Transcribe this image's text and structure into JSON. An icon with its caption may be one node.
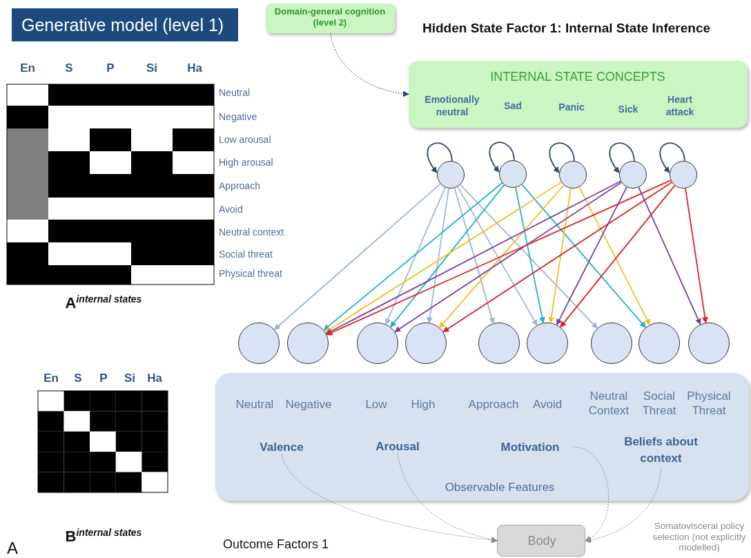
{
  "diagram": {
    "title": "Generative model (level 1)",
    "nodes": [
      {
        "text": [
          "Domain-general cognition (level 2)"
        ]
      },
      {
        "text": [
          "INTERNAL STATE CONCEPTS",
          "Emotionally neutral",
          "Sad",
          "Panic",
          "Sick",
          "Heart attack"
        ]
      },
      {
        "text": [],
        "shape": "circle"
      },
      {
        "text": [],
        "shape": "circle"
      },
      {
        "text": [],
        "shape": "circle"
      },
      {
        "text": [],
        "shape": "circle"
      },
      {
        "text": [],
        "shape": "circle"
      },
      {
        "text": [],
        "shape": "circle"
      },
      {
        "text": [],
        "shape": "circle"
      },
      {
        "text": [],
        "shape": "circle"
      },
      {
        "text": [],
        "shape": "circle"
      },
      {
        "text": [],
        "shape": "circle"
      },
      {
        "text": [],
        "shape": "circle"
      },
      {
        "text": [],
        "shape": "circle"
      },
      {
        "text": [],
        "shape": "circle"
      },
      {
        "text": [],
        "shape": "circle"
      },
      {
        "text": [
          "Neutral",
          "Negative",
          "Low",
          "High",
          "Approach",
          "Avoid",
          "Neutral Context",
          "Social Threat",
          "Physical Threat",
          "Observable Features"
        ]
      },
      {
        "text": [
          "Valence"
        ],
        "in": 16
      },
      {
        "text": [
          "Arousal"
        ],
        "in": 16
      },
      {
        "text": [
          "Motivation"
        ],
        "in": 16
      },
      {
        "text": [
          "Beliefs about context"
        ],
        "in": 16
      },
      {
        "text": [
          "Body"
        ]
      }
    ],
    "edges": [
      {
        "from": 0,
        "to": 1,
        "arrow": "to",
        "style": "dashed"
      },
      {
        "from": 2,
        "to": 2,
        "arrow": "to"
      },
      {
        "from": 3,
        "to": 3,
        "arrow": "to"
      },
      {
        "from": 4,
        "to": 4,
        "arrow": "to"
      },
      {
        "from": 5,
        "to": 5,
        "arrow": "to"
      },
      {
        "from": 6,
        "to": 6,
        "arrow": "to"
      },
      {
        "from": 2,
        "to": 7,
        "arrow": "to",
        "color": "#9bb7d4"
      },
      {
        "from": 2,
        "to": 9,
        "arrow": "to",
        "color": "#9bb7d4"
      },
      {
        "from": 2,
        "to": 10,
        "arrow": "to",
        "color": "#9bb7d4"
      },
      {
        "from": 2,
        "to": 11,
        "arrow": "to",
        "color": "#9bb7d4"
      },
      {
        "from": 2,
        "to": 12,
        "arrow": "to",
        "color": "#9bb7d4"
      },
      {
        "from": 2,
        "to": 13,
        "arrow": "to",
        "color": "#9bb7d4"
      },
      {
        "from": 3,
        "to": 8,
        "arrow": "to",
        "color": "#1fb0cf"
      },
      {
        "from": 3,
        "to": 9,
        "arrow": "to",
        "color": "#1fb0cf"
      },
      {
        "from": 3,
        "to": 12,
        "arrow": "to",
        "color": "#1fb0cf"
      },
      {
        "from": 3,
        "to": 14,
        "arrow": "to",
        "color": "#1fb0cf"
      },
      {
        "from": 4,
        "to": 8,
        "arrow": "to",
        "color": "#f0c020"
      },
      {
        "from": 4,
        "to": 10,
        "arrow": "to",
        "color": "#f0c020"
      },
      {
        "from": 4,
        "to": 12,
        "arrow": "to",
        "color": "#f0c020"
      },
      {
        "from": 4,
        "to": 14,
        "arrow": "to",
        "color": "#f0c020"
      },
      {
        "from": 5,
        "to": 8,
        "arrow": "to",
        "color": "#7b3f9e"
      },
      {
        "from": 5,
        "to": 9,
        "arrow": "to",
        "color": "#7b3f9e"
      },
      {
        "from": 5,
        "to": 12,
        "arrow": "to",
        "color": "#7b3f9e"
      },
      {
        "from": 5,
        "to": 15,
        "arrow": "to",
        "color": "#7b3f9e"
      },
      {
        "from": 6,
        "to": 8,
        "arrow": "to",
        "color": "#e02020"
      },
      {
        "from": 6,
        "to": 10,
        "arrow": "to",
        "color": "#e02020"
      },
      {
        "from": 6,
        "to": 12,
        "arrow": "to",
        "color": "#e02020"
      },
      {
        "from": 6,
        "to": 15,
        "arrow": "to",
        "color": "#e02020"
      },
      {
        "from": 17,
        "to": 21,
        "arrow": "to",
        "style": "dashed",
        "color": "#8c8c8c"
      },
      {
        "from": 18,
        "to": 21,
        "arrow": "to",
        "style": "dashed",
        "color": "#8c8c8c"
      },
      {
        "from": 19,
        "to": 21,
        "arrow": "to",
        "style": "dashed",
        "color": "#8c8c8c"
      },
      {
        "from": 20,
        "to": 21,
        "arrow": "to",
        "style": "dashed",
        "color": "#8c8c8c"
      }
    ],
    "labels": [
      "Hidden State Factor 1: Internal State Inference",
      "En",
      "S",
      "P",
      "Si",
      "Ha",
      "Neutral",
      "Negative",
      "Low arousal",
      "High arousal",
      "Approach",
      "Avoid",
      "Neutral context",
      "Social threat",
      "Physical threat",
      "A$^{internal states}$",
      "En",
      "S",
      "P",
      "Si",
      "Ha",
      "B$^{internal states}$",
      "Outcome Factors 1",
      "Somatovisceral policy selection (not explicitly modelled)",
      "A"
    ]
  }
}
